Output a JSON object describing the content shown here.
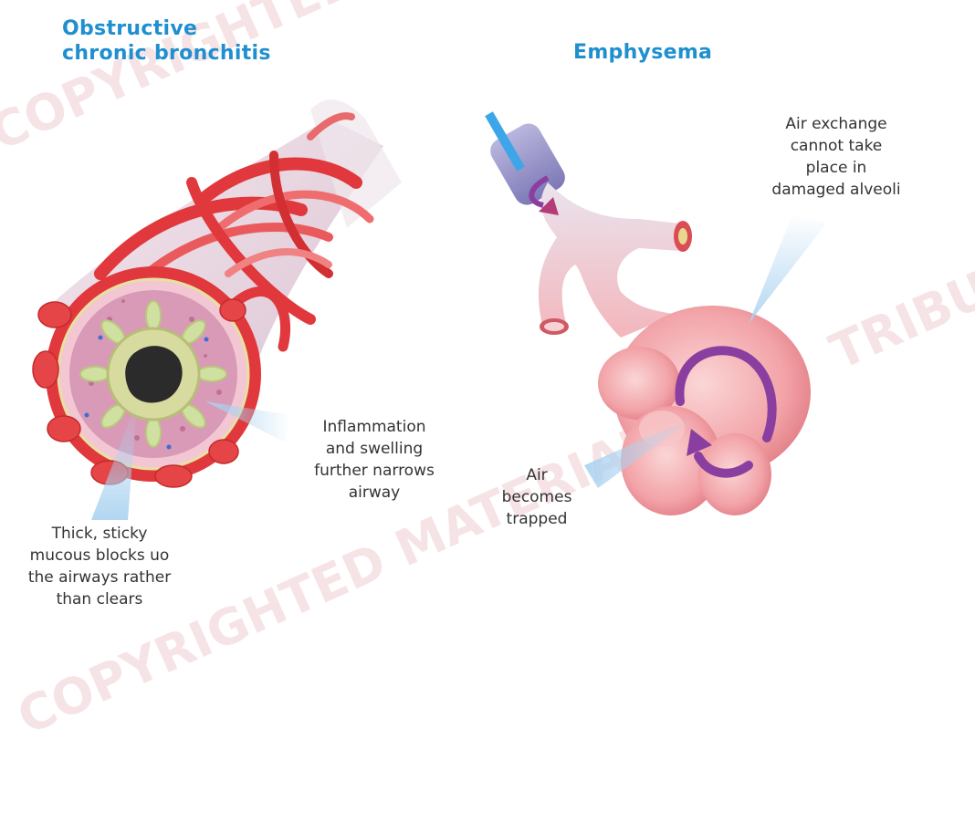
{
  "titles": {
    "left": [
      "Obstructive",
      "chronic bronchitis"
    ],
    "right": "Emphysema"
  },
  "labels": {
    "inflammation": [
      "Inflammation",
      "and swelling",
      "further narrows",
      "airway"
    ],
    "mucous": [
      "Thick, sticky",
      "mucous blocks uo",
      "the airways rather",
      "than clears"
    ],
    "air_exchange": [
      "Air exchange",
      "cannot take",
      "place in",
      "damaged alveoli"
    ],
    "air_trapped": [
      "Air",
      "becomes",
      "trapped"
    ]
  },
  "watermark": {
    "bottom": "COPYRIGHTED MATERIAL – D",
    "top": "COPYRIGHTED MA",
    "right": "TRIBUTE"
  },
  "colors": {
    "title": "#1f8fcf",
    "muscle": "#e0383c",
    "mucosa": "#d89ab6",
    "lumen": "#2b2b2b",
    "alveoli": "#f3a3a8",
    "pointer": "#b9d9f2",
    "arrow": "#8a3fa0",
    "watermark": "#f6e3e6"
  }
}
